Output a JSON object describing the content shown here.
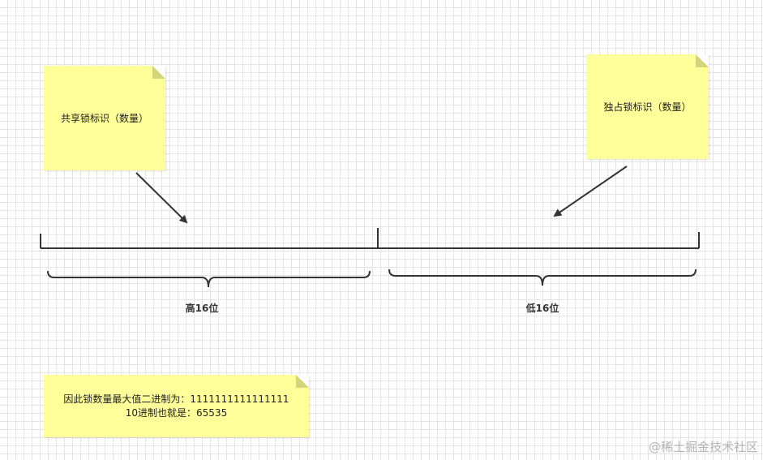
{
  "notes": {
    "shared_lock": "共享锁标识（数量）",
    "exclusive_lock": "独占锁标识（数量）",
    "max_value_line1": "因此锁数量最大值二进制为：1111111111111111",
    "max_value_line2": "10进制也就是：65535"
  },
  "braces": {
    "high_label": "高16位",
    "low_label": "低16位"
  },
  "watermark": "@稀土掘金技术社区",
  "colors": {
    "note_fill": "#ffff99",
    "note_fold": "#d4d47a",
    "line": "#333333",
    "grid": "#e4e4e4"
  }
}
